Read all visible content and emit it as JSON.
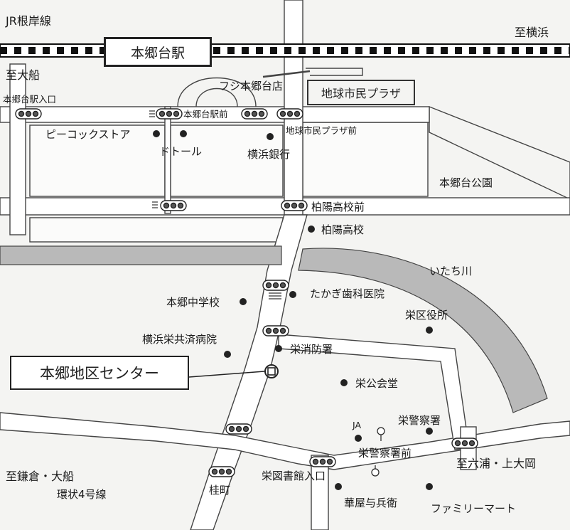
{
  "map": {
    "rail": {
      "line_name": "JR根岸線",
      "station": "本郷台駅",
      "to_east": "至横浜",
      "to_west": "至大船"
    },
    "river": "いたち川",
    "target": "本郷地区センター",
    "labels": {
      "fuji": "フジ本郷台店",
      "plaza": "地球市民プラザ",
      "station_entrance": "本郷台駅入口",
      "station_front": "本郷台駅前",
      "plaza_front": "地球市民プラザ前",
      "peacock": "ピーコックストア",
      "doutor": "ドトール",
      "yokohama_bank": "横浜銀行",
      "park": "本郷台公園",
      "hakuyo_front": "柏陽高校前",
      "hakuyo": "柏陽高校",
      "hongo_jhs": "本郷中学校",
      "takagi": "たかぎ歯科医院",
      "ward_office": "栄区役所",
      "hospital": "横浜栄共済病院",
      "fire": "栄消防署",
      "hall": "栄公会堂",
      "police": "栄警察署",
      "ja": "JA",
      "police_front": "栄警察署前",
      "to_mutsuura": "至六浦・上大岡",
      "to_kamakura": "至鎌倉・大船",
      "library_entrance": "栄図書館入口",
      "katsura": "桂町",
      "ring4": "環状4号線",
      "hanaya": "華屋与兵衛",
      "familymart": "ファミリーマート"
    },
    "colors": {
      "river": "#b9b9b9",
      "rail": "#111111",
      "road": "#ffffff",
      "block": "#f7f7f7"
    }
  }
}
